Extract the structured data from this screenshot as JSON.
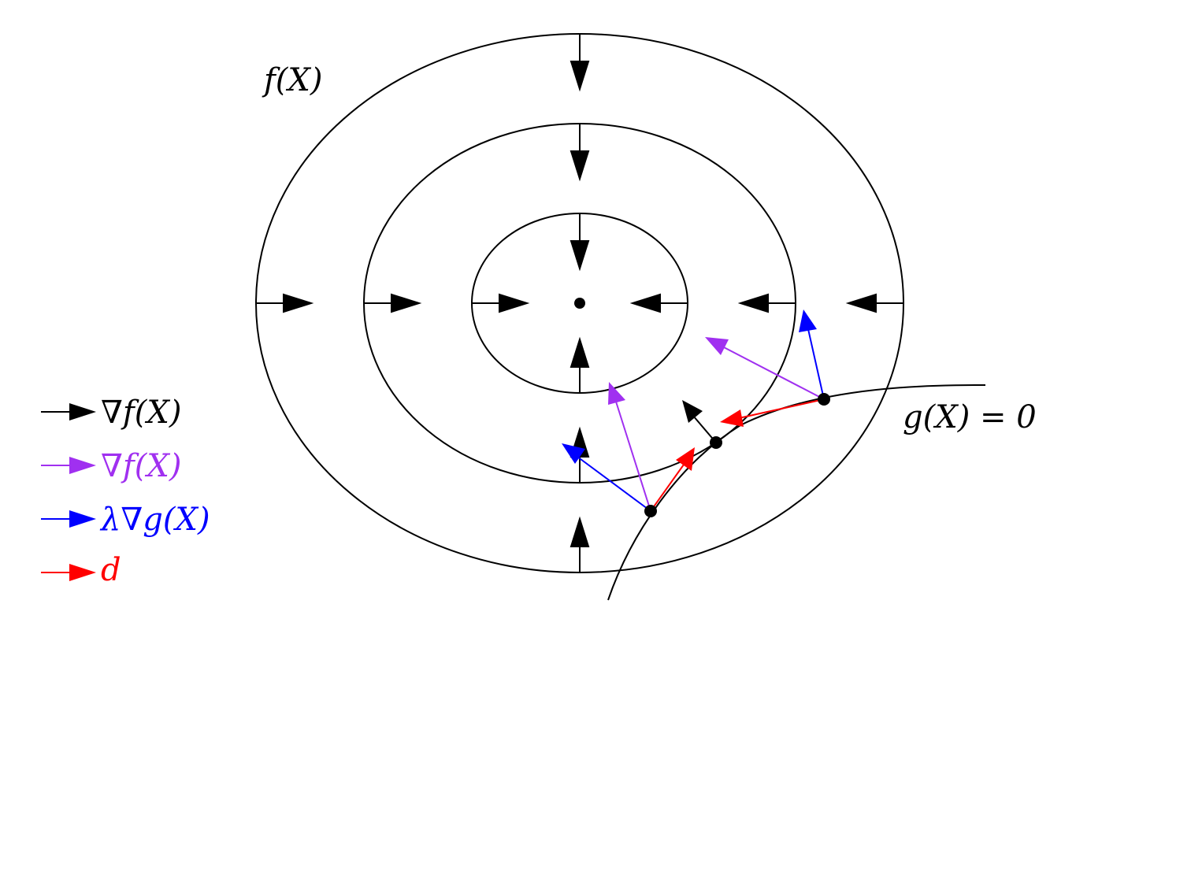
{
  "labels": {
    "objective": "f(X)",
    "constraint": "g(X) = 0"
  },
  "legend": [
    {
      "text": "∇f(X)",
      "color": "#000000"
    },
    {
      "text": "∇f(X)",
      "color": "#a030f0"
    },
    {
      "text": "λ∇g(X)",
      "color": "#0000ff"
    },
    {
      "text": "d",
      "color": "#ff0000"
    }
  ],
  "colors": {
    "contour": "#000000",
    "objective_gradient": "#000000",
    "projected_gradient": "#a030f0",
    "constraint_gradient": "#0000ff",
    "direction": "#ff0000"
  }
}
